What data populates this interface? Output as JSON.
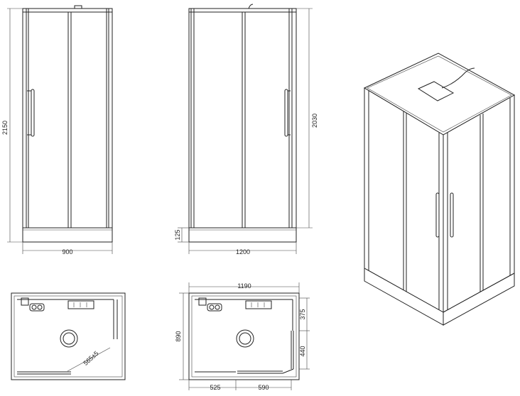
{
  "front_view": {
    "height_label": "2150",
    "width_label": "900"
  },
  "side_view": {
    "door_height_label": "2030",
    "tray_height_label": "125",
    "width_label": "1200"
  },
  "plan_view_left": {
    "diagonal_label": "565±5"
  },
  "plan_view_right": {
    "width_label": "1190",
    "depth_label": "890",
    "offset_top_label": "375",
    "offset_side_label": "440",
    "bottom_left_label": "525",
    "bottom_right_label": "590"
  }
}
